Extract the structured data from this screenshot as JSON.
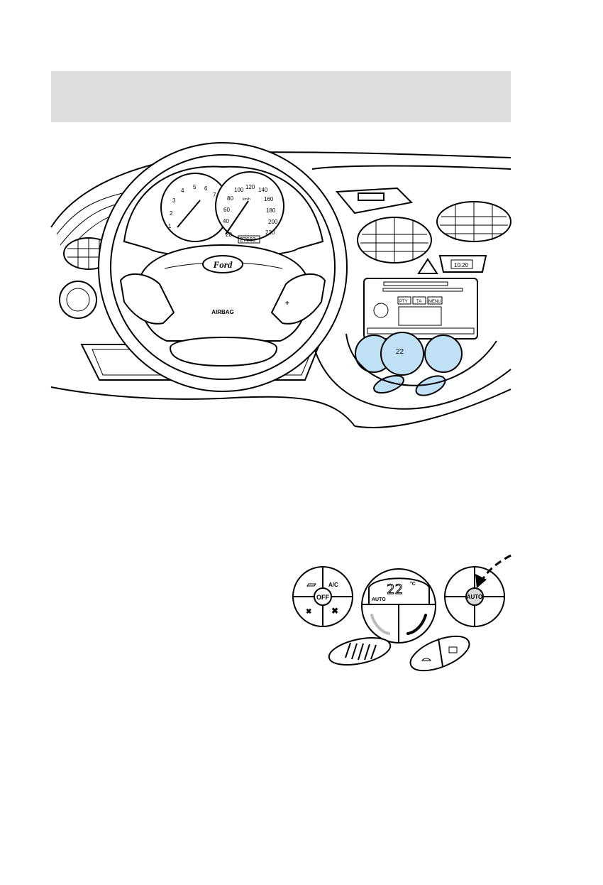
{
  "header": {
    "background": "#dedede"
  },
  "dashboard": {
    "logo": "Ford",
    "airbag_label": "AIRBAG",
    "tachometer_ticks": [
      "1",
      "2",
      "3",
      "4",
      "5",
      "6",
      "7"
    ],
    "speedometer_ticks": [
      "20",
      "40",
      "60",
      "80",
      "100",
      "120",
      "140",
      "160",
      "180",
      "200",
      "220"
    ],
    "speed_unit": "km/h",
    "odometer": "27668",
    "clock": "10:20",
    "radio_buttons": [
      "PTY",
      "TA",
      "MENU"
    ],
    "climate_fill_color": "#bfe0f5"
  },
  "climate_control": {
    "temperature": "22",
    "unit": "°C",
    "display_mode": "AUTO",
    "left_knob_center": "OFF",
    "ac_label": "A/C",
    "right_knob_center": "AUTO",
    "auto_highlight_color": "#d9d9d9",
    "cool_arc_color": "#bbbbbb",
    "warm_arc_color": "#000000"
  }
}
